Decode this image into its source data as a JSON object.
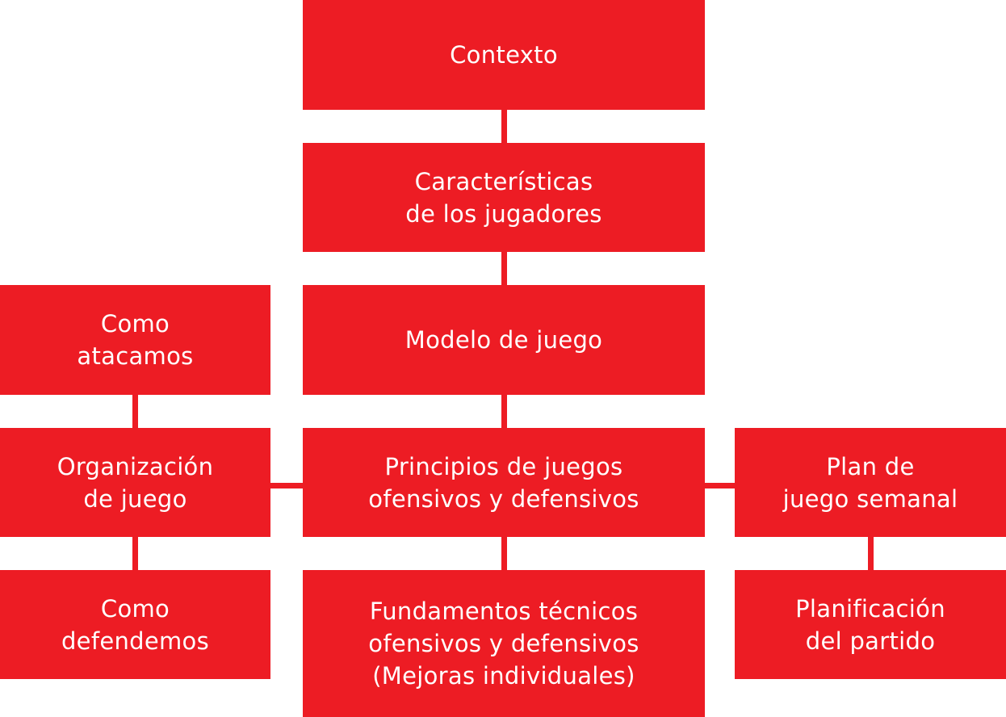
{
  "nodes": {
    "contexto": "Contexto",
    "caracteristicas": "Características\nde los jugadores",
    "modelo": "Modelo de juego",
    "principios": "Principios de juegos\nofensivos y defensivos",
    "fundamentos": "Fundamentos técnicos\nofensivos y defensivos\n(Mejoras individuales)",
    "atacamos": "Como\natacamos",
    "organizacion": "Organización\nde juego",
    "defendemos": "Como\ndefendemos",
    "plan": "Plan de\njuego semanal",
    "planificacion": "Planificación\ndel partido"
  },
  "colors": {
    "box": "#ED1C24",
    "text": "#FFFFFF"
  }
}
